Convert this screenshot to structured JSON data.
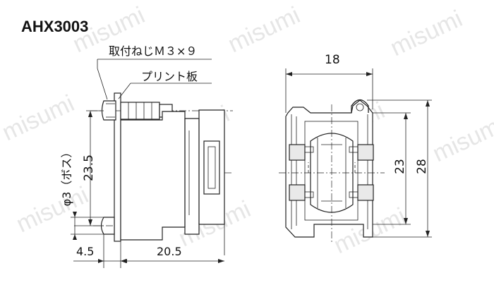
{
  "title": "AHX3003",
  "watermark": "misumi",
  "side_view": {
    "callout_screw": "取付ねじＭ３×９",
    "callout_pcb": "プリント板",
    "dim_height": "23.5",
    "dim_boss": "φ3（ボス）",
    "dim_offset": "4.5",
    "dim_length": "20.5"
  },
  "front_view": {
    "dim_width": "18",
    "dim_inner_height": "23",
    "dim_outer_height": "28"
  }
}
